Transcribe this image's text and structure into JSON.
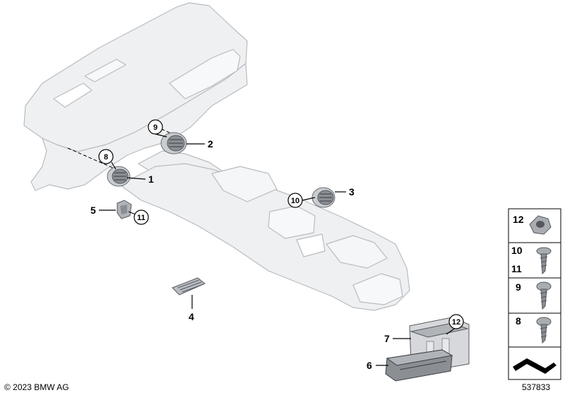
{
  "copyright": "© 2023 BMW AG",
  "drawing_number": "537833",
  "callouts": {
    "p1": "1",
    "p2": "2",
    "p3": "3",
    "p4": "4",
    "p5": "5",
    "p6": "6",
    "p7": "7",
    "c8": "8",
    "c9": "9",
    "c10": "10",
    "c11": "11",
    "c12": "12"
  },
  "legend": {
    "nut": "12",
    "screw_a_top": "10",
    "screw_a_bottom": "11",
    "screw_b": "9",
    "screw_c": "8"
  },
  "colors": {
    "outline": "#b9bcc0",
    "fill": "#eef0f2",
    "part": "#9a9ea3",
    "dark": "#55595e",
    "line": "#000000"
  }
}
